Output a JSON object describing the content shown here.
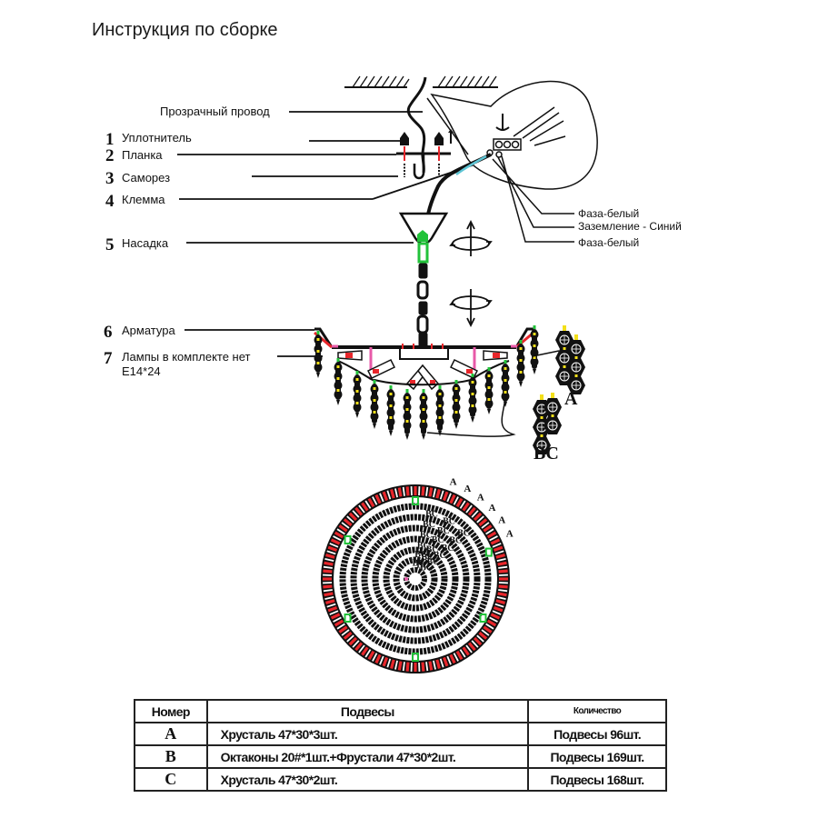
{
  "title": "Инструкция по сборке",
  "callouts": [
    {
      "number": "",
      "label": "Прозрачный провод"
    },
    {
      "number": "1",
      "label": "Уплотнитель"
    },
    {
      "number": "2",
      "label": "Планка"
    },
    {
      "number": "3",
      "label": "Саморез"
    },
    {
      "number": "4",
      "label": "Клемма"
    },
    {
      "number": "5",
      "label": "Насадка"
    },
    {
      "number": "6",
      "label": "Арматура"
    },
    {
      "number": "7",
      "label": "Лампы в комплекте нет",
      "sublabel": "E14*24"
    }
  ],
  "wires": [
    {
      "label": "Фаза-белый"
    },
    {
      "label": "Заземление - Синий"
    },
    {
      "label": "Фаза-белый"
    }
  ],
  "pendant_groups": [
    {
      "code": "A"
    },
    {
      "code": "BC"
    }
  ],
  "top_view_ring_labels": {
    "outer": "A",
    "inner": "BC",
    "marker": "B"
  },
  "colors": {
    "accent_red": "#e8262b",
    "accent_green": "#22c23a",
    "accent_pink": "#e85aa8",
    "accent_yellow": "#f3e01a",
    "wire_blue": "#5fc6d6"
  },
  "table": {
    "headers": [
      "Номер",
      "Подвесы",
      "Количество"
    ],
    "rows": [
      {
        "code": "A",
        "desc": "Хрусталь 47*30*3шт.",
        "qty": "Подвесы 96шт."
      },
      {
        "code": "B",
        "desc": "Октаконы 20#*1шт.+Фрустали 47*30*2шт.",
        "qty": "Подвесы 169шт."
      },
      {
        "code": "C",
        "desc": "Хрусталь 47*30*2шт.",
        "qty": "Подвесы 168шт."
      }
    ]
  }
}
